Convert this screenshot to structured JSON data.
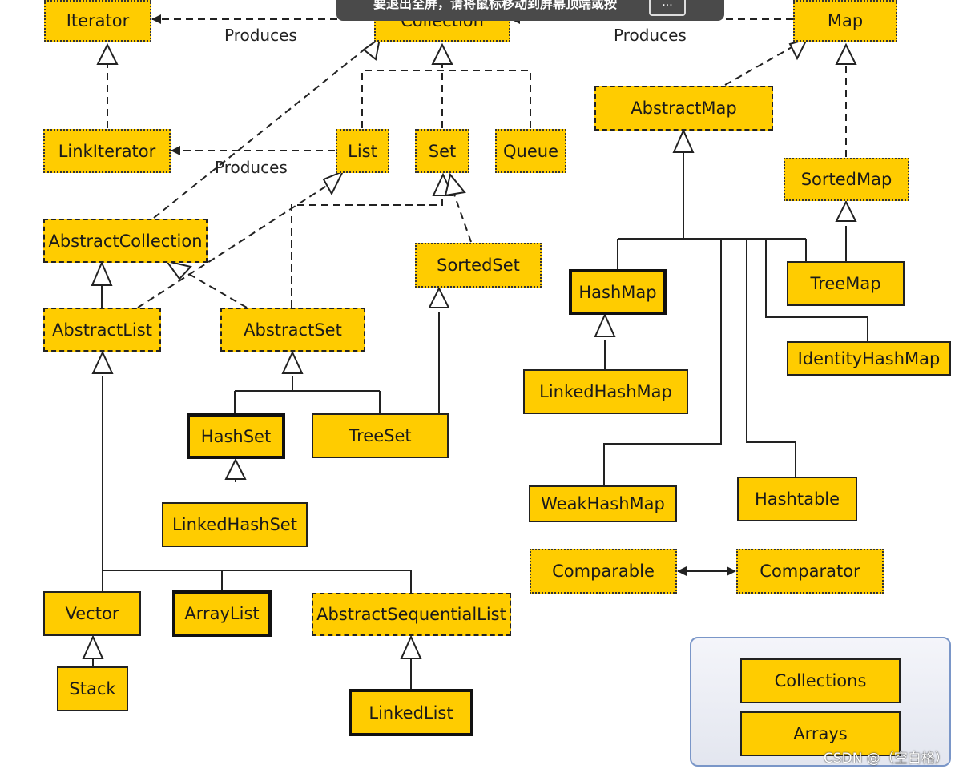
{
  "banner": {
    "text": "要退出全屏，请将鼠标移动到屏幕顶端或按",
    "button": "···"
  },
  "labels": {
    "produces_1": "Produces",
    "produces_2": "Produces",
    "produces_3": "Produces"
  },
  "nodes": {
    "iterator": "Iterator",
    "collection": "Collection",
    "map": "Map",
    "linkiterator": "LinkIterator",
    "list": "List",
    "set": "Set",
    "queue": "Queue",
    "abstractmap": "AbstractMap",
    "sortedmap": "SortedMap",
    "abstractcollection": "AbstractCollection",
    "sortedset": "SortedSet",
    "abstractlist": "AbstractList",
    "abstractset": "AbstractSet",
    "hashmap": "HashMap",
    "treemap": "TreeMap",
    "identityhashmap": "IdentityHashMap",
    "linkedhashmap": "LinkedHashMap",
    "hashset": "HashSet",
    "treeset": "TreeSet",
    "linkedhashset": "LinkedHashSet",
    "weakhashmap": "WeakHashMap",
    "hashtable": "Hashtable",
    "comparable": "Comparable",
    "comparator": "Comparator",
    "vector": "Vector",
    "arraylist": "ArrayList",
    "abstractsequentiallist": "AbstractSequentialList",
    "stack": "Stack",
    "linkedlist": "LinkedList",
    "collections": "Collections",
    "arrays": "Arrays"
  },
  "watermark": "CSDN @（空白格）"
}
